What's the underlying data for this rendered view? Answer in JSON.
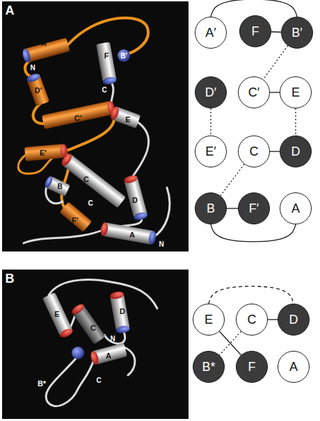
{
  "diagram": {
    "nodes": [
      {
        "text": [
          "A′"
        ]
      },
      {
        "text": [
          "F"
        ]
      },
      {
        "text": [
          "B′"
        ]
      },
      {
        "text": [
          "D′"
        ]
      },
      {
        "text": [
          "C′"
        ]
      },
      {
        "text": [
          "E"
        ]
      },
      {
        "text": [
          "E′"
        ]
      },
      {
        "text": [
          "C"
        ]
      },
      {
        "text": [
          "D"
        ]
      },
      {
        "text": [
          "B"
        ]
      },
      {
        "text": [
          "F′"
        ]
      },
      {
        "text": [
          "A"
        ]
      },
      {
        "text": [
          "E"
        ]
      },
      {
        "text": [
          "C"
        ]
      },
      {
        "text": [
          "D"
        ]
      },
      {
        "text": [
          "B*"
        ]
      },
      {
        "text": [
          "F"
        ]
      },
      {
        "text": [
          "A"
        ]
      }
    ],
    "edges": [
      {
        "from": 0,
        "to": 2,
        "arrow": "none"
      },
      {
        "from": 1,
        "to": 2,
        "arrow": "none"
      },
      {
        "from": 2,
        "to": 4,
        "arrow": "none"
      },
      {
        "from": 4,
        "to": 5,
        "arrow": "none"
      },
      {
        "from": 3,
        "to": 6,
        "arrow": "none"
      },
      {
        "from": 5,
        "to": 8,
        "arrow": "none"
      },
      {
        "from": 7,
        "to": 8,
        "arrow": "none"
      },
      {
        "from": 7,
        "to": 9,
        "arrow": "none"
      },
      {
        "from": 9,
        "to": 10,
        "arrow": "none"
      },
      {
        "from": 9,
        "to": 11,
        "arrow": "none"
      },
      {
        "from": 12,
        "to": 14,
        "arrow": "none"
      },
      {
        "from": 13,
        "to": 14,
        "arrow": "none"
      },
      {
        "from": 13,
        "to": 15,
        "arrow": "none"
      },
      {
        "from": 12,
        "to": 16,
        "arrow": "none"
      }
    ],
    "labels": [
      "A",
      "A′",
      "N",
      "F",
      "C",
      "B′",
      "D′",
      "C′",
      "E",
      "E′",
      "B",
      "C",
      "D",
      "F′",
      "C",
      "A",
      "N",
      "B",
      "E",
      "C",
      "D",
      "N",
      "A",
      "B*",
      "C"
    ]
  }
}
